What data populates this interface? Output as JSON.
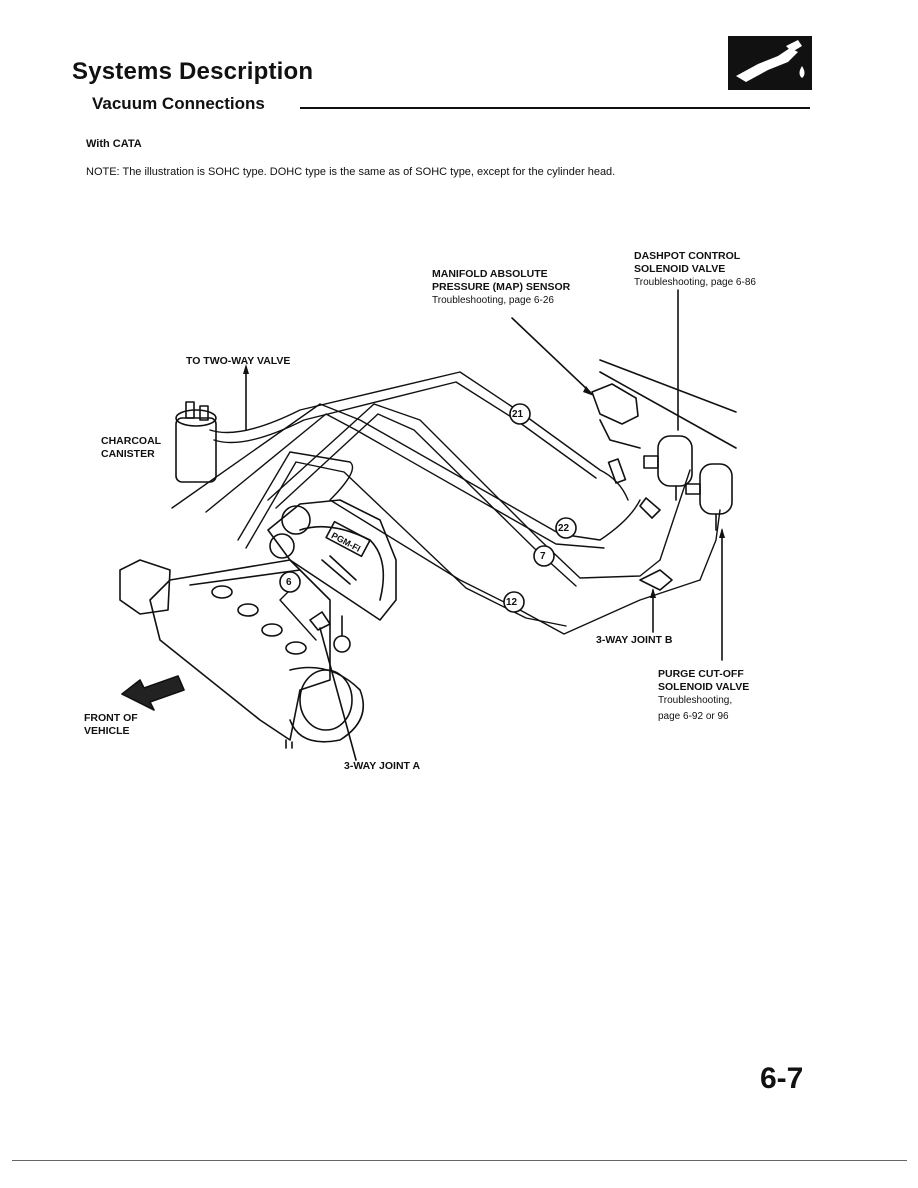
{
  "header": {
    "title": "Systems Description",
    "section": "Vacuum Connections",
    "badge_icon": "fuel-nozzle-icon"
  },
  "content": {
    "subheading": "With CATA",
    "note": "NOTE: The illustration is SOHC type. DOHC type is the same as of SOHC type, except for the cylinder head."
  },
  "diagram": {
    "labels": {
      "dashpot_title_1": "DASHPOT CONTROL",
      "dashpot_title_2": "SOLENOID VALVE",
      "dashpot_ref": "Troubleshooting, page 6-86",
      "map_title_1": "MANIFOLD ABSOLUTE",
      "map_title_2": "PRESSURE (MAP) SENSOR",
      "map_ref": "Troubleshooting, page 6-26",
      "two_way": "TO TWO-WAY VALVE",
      "canister_1": "CHARCOAL",
      "canister_2": "CANISTER",
      "front_1": "FRONT OF",
      "front_2": "VEHICLE",
      "joint_a": "3-WAY JOINT A",
      "joint_b": "3-WAY JOINT B",
      "purge_1": "PURGE CUT-OFF",
      "purge_2": "SOLENOID VALVE",
      "purge_ref_1": "Troubleshooting,",
      "purge_ref_2": "page 6-92 or 96",
      "pgm_fi": "PGM-FI"
    },
    "hose_numbers": [
      "21",
      "22",
      "7",
      "12",
      "6"
    ]
  },
  "footer": {
    "page_number": "6-7"
  }
}
